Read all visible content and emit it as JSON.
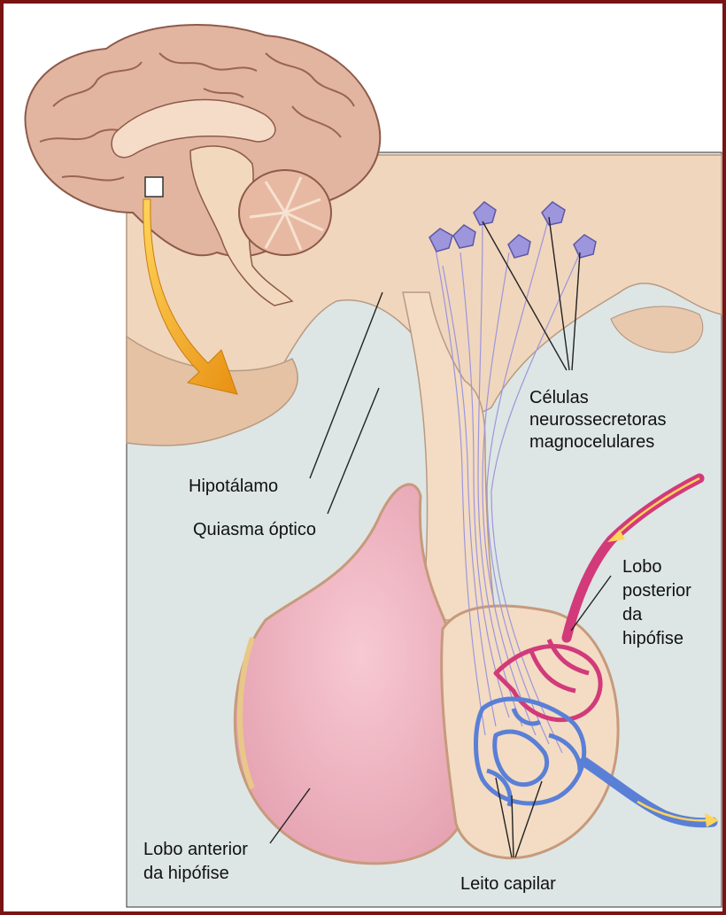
{
  "labels": {
    "hipotalamo": "Hipotálamo",
    "quiasma": "Quiasma óptico",
    "celulas": "Células\nneurossecretoras\nmagnocelulares",
    "lobo_posterior": "Lobo\nposterior\nda\nhipófise",
    "lobo_anterior": "Lobo anterior\nda hipófise",
    "leito": "Leito capilar"
  },
  "colors": {
    "frame": "#7a1414",
    "panel_background": "#dde6e4",
    "brain": "#e2b5a0",
    "brain_tissue": "#f2d9bd",
    "anterior_lobe": "#efb8c3",
    "neuron": "#9d96dc",
    "arterial": "#d23a7a",
    "venous": "#5a7fd6",
    "arrow": "#f2a41c"
  }
}
